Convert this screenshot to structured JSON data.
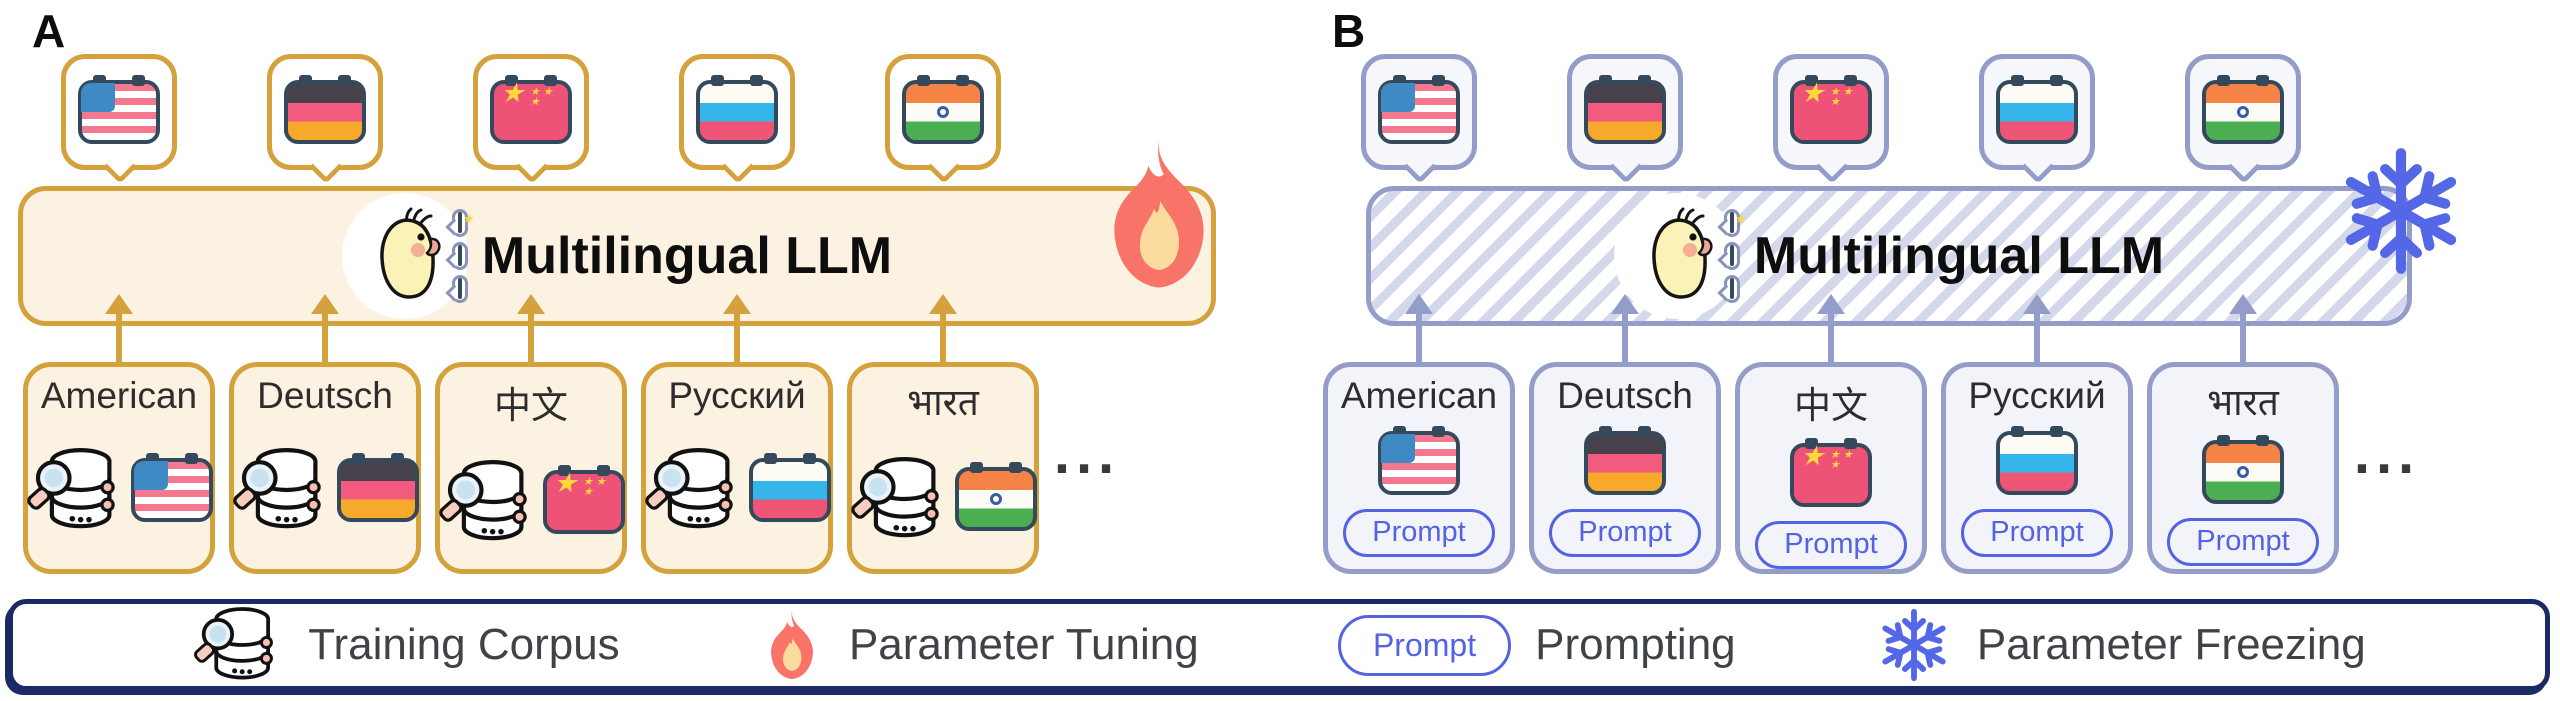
{
  "a": {
    "label": "A",
    "llm_title": "Multilingual LLM",
    "mode_icon": "flame-icon",
    "ellipsis": "...",
    "languages": [
      {
        "name": "American",
        "flag": "us-flag"
      },
      {
        "name": "Deutsch",
        "flag": "germany-flag"
      },
      {
        "name": "中文",
        "flag": "china-flag"
      },
      {
        "name": "Русский",
        "flag": "russia-flag"
      },
      {
        "name": "भारत",
        "flag": "india-flag"
      }
    ]
  },
  "b": {
    "label": "B",
    "llm_title": "Multilingual LLM",
    "mode_icon": "snowflake-icon",
    "ellipsis": "...",
    "prompt_label": "Prompt",
    "languages": [
      {
        "name": "American",
        "flag": "us-flag"
      },
      {
        "name": "Deutsch",
        "flag": "germany-flag"
      },
      {
        "name": "中文",
        "flag": "china-flag"
      },
      {
        "name": "Русский",
        "flag": "russia-flag"
      },
      {
        "name": "भारत",
        "flag": "india-flag"
      }
    ]
  },
  "parrot": {
    "icon": "cockatiel-icon",
    "bubble_flags": [
      "china-flag",
      "us-flag",
      "russia-flag"
    ]
  },
  "legend": {
    "items": [
      {
        "icon": "training-corpus-icon",
        "label": "Training Corpus"
      },
      {
        "icon": "flame-icon",
        "label": "Parameter Tuning"
      },
      {
        "icon": "prompt-pill",
        "pill_text": "Prompt",
        "label": "Prompting"
      },
      {
        "icon": "snowflake-icon",
        "label": "Parameter Freezing"
      }
    ]
  },
  "colors": {
    "panel_a_accent": "#D4A13C",
    "panel_a_fill": "#FBF2E1",
    "panel_b_accent": "#949DC9",
    "panel_b_hatch": "#D3D8EA",
    "prompt_blue": "#5363E2",
    "flame_red": "#F97468",
    "flame_inner": "#FBDC9E",
    "snowflake_blue": "#5468E7",
    "legend_border": "#1B2A66",
    "flag_frame": "#35495C"
  }
}
